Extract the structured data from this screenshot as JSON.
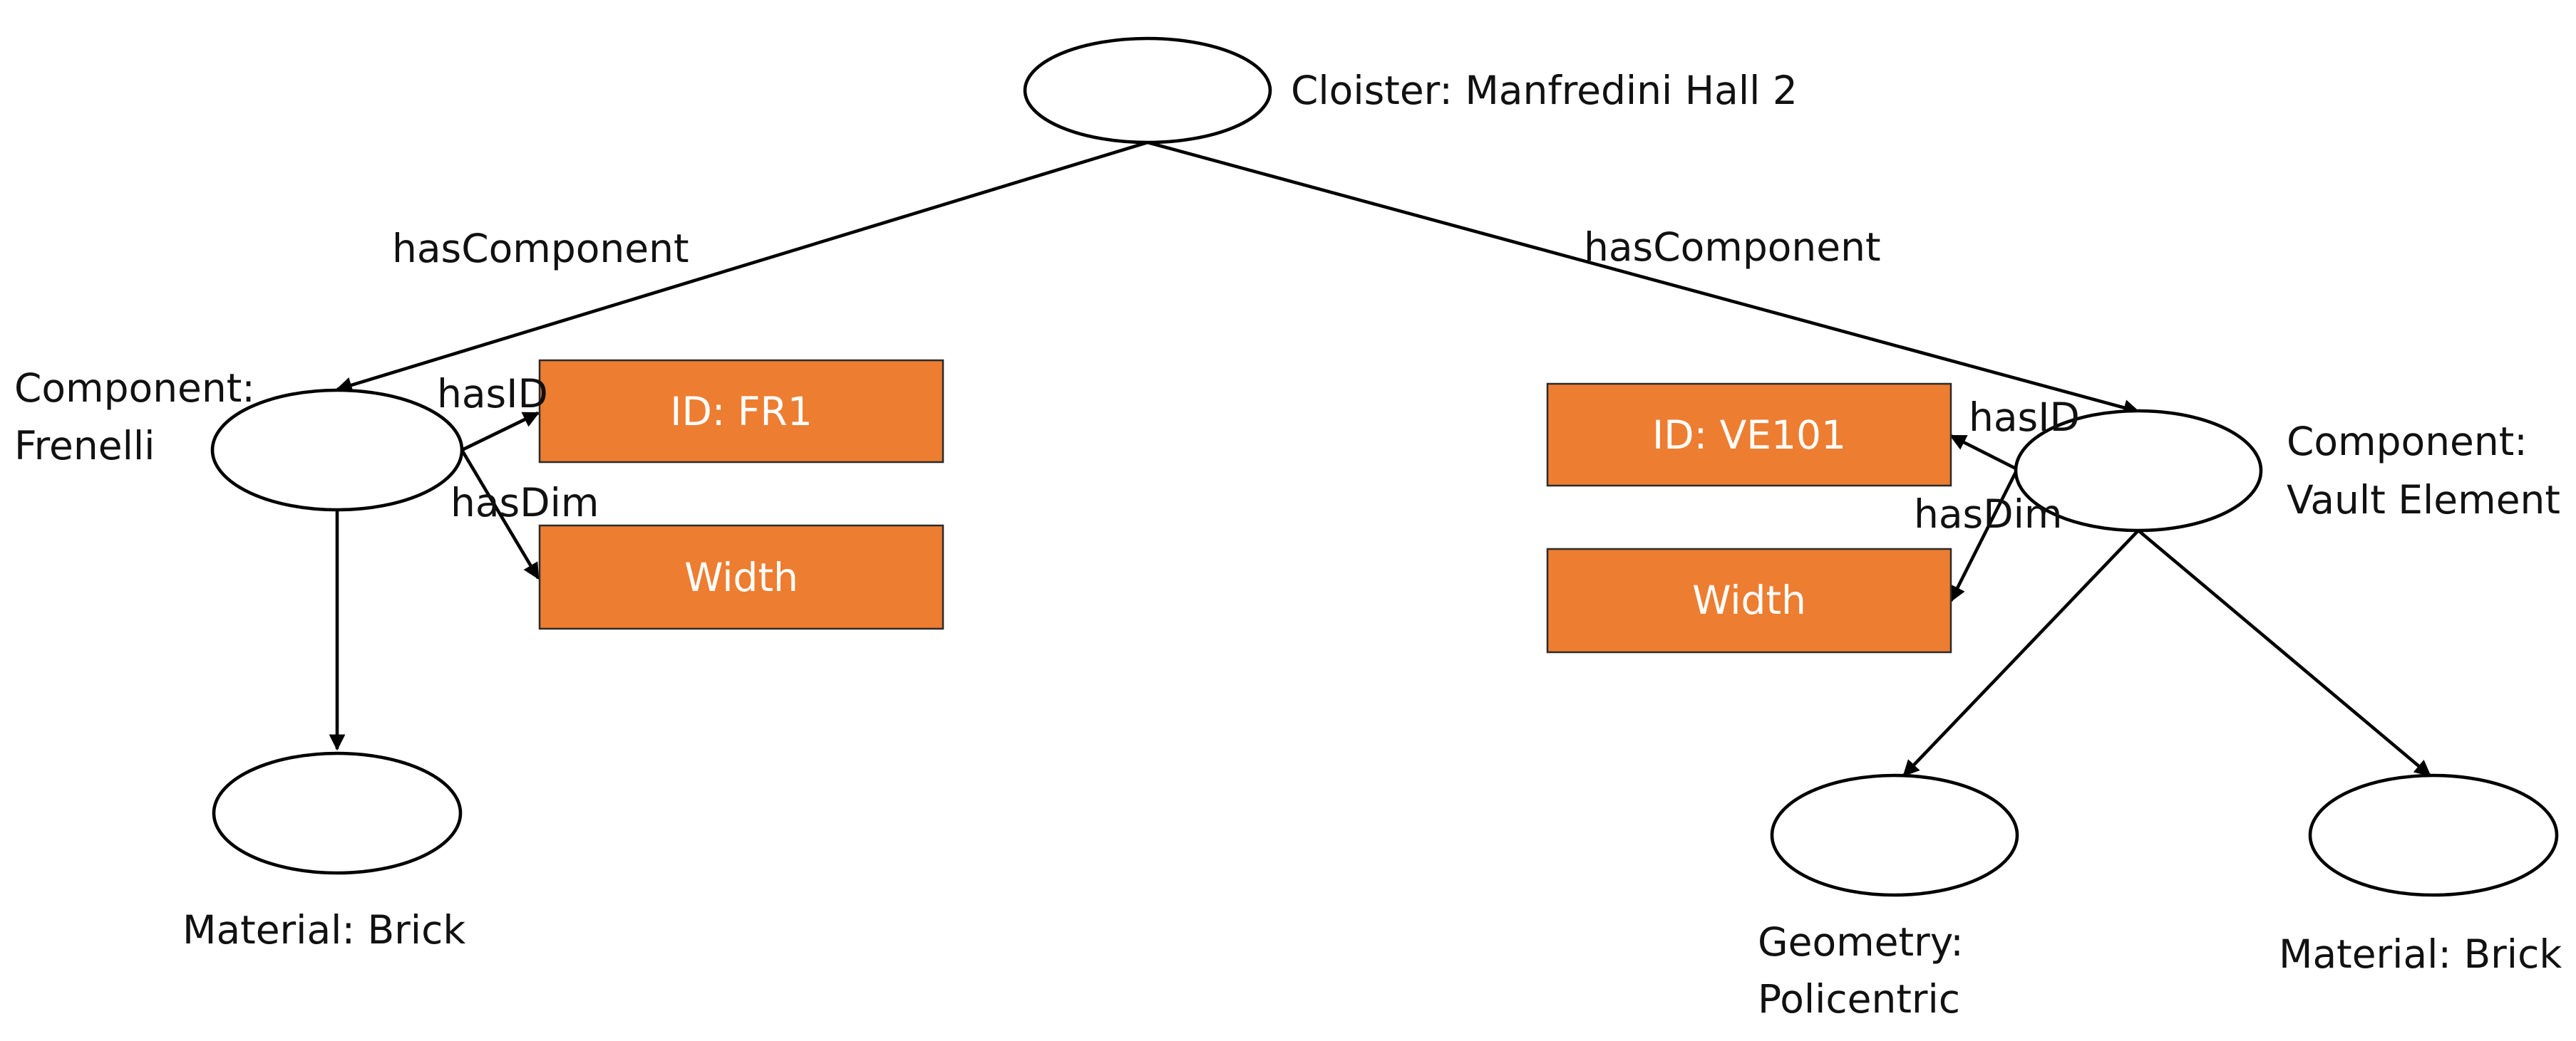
{
  "diagram": {
    "colors": {
      "node_stroke": "#000000",
      "box_fill": "#ED7D31",
      "box_text": "#FFFFFF"
    },
    "nodes": {
      "root": {
        "label": "Cloister: Manfredini Hall 2"
      },
      "frenelli": {
        "label_line1": "Component:",
        "label_line2": "Frenelli"
      },
      "frenelli_material": {
        "label": "Material: Brick"
      },
      "vault": {
        "label_line1": "Component:",
        "label_line2": "Vault Element"
      },
      "geometry": {
        "label_line1": "Geometry:",
        "label_line2": "Policentric"
      },
      "vault_material": {
        "label": "Material: Brick"
      }
    },
    "boxes": {
      "fr1_id": {
        "label": "ID: FR1"
      },
      "fr1_width": {
        "label": "Width"
      },
      "ve101_id": {
        "label": "ID: VE101"
      },
      "ve101_width": {
        "label": "Width"
      }
    },
    "edges": {
      "left_hascomponent": "hasComponent",
      "right_hascomponent": "hasComponent",
      "left_hasid": "hasID",
      "left_hasdim": "hasDim",
      "right_hasid": "hasID",
      "right_hasdim": "hasDim"
    }
  }
}
